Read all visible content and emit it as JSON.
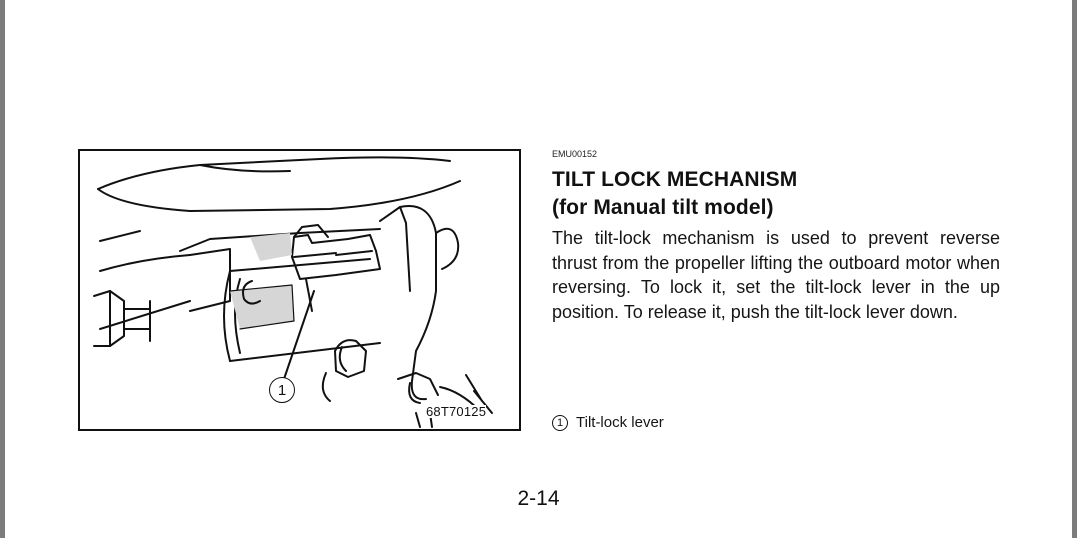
{
  "figure": {
    "callout_number": "1",
    "figure_code": "68T70125"
  },
  "section": {
    "ref_code": "EMU00152",
    "title": "TILT LOCK MECHANISM",
    "subtitle": "(for Manual tilt model)",
    "body": "The tilt-lock mechanism is used to prevent reverse thrust from the propeller lifting the outboard motor when reversing. To lock it, set the tilt-lock lever in the up position. To release it, push the tilt-lock lever down."
  },
  "legend": {
    "number": "1",
    "label": "Tilt-lock lever"
  },
  "footer": {
    "page_number": "2-14"
  }
}
